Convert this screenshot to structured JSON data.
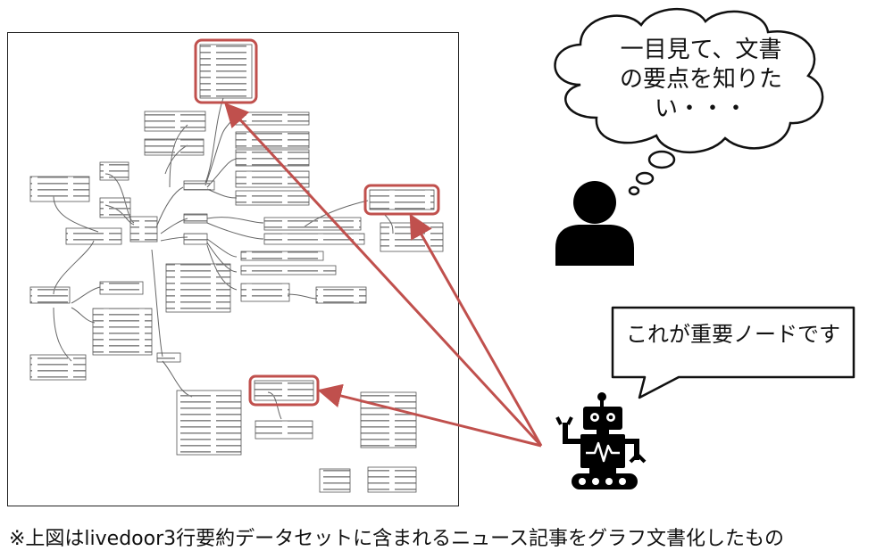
{
  "thought_bubble": {
    "text": "一目見て、文書の要点を知りたい・・・"
  },
  "speech_bubble": {
    "text": "これが重要ノードです"
  },
  "caption": {
    "text": "※上図はlivedoor3行要約データセットに含まれるニュース記事をグラフ文書化したもの"
  },
  "graph": {
    "highlight_color": "#c0504d",
    "node_border_color": "#555555",
    "edge_color": "#666666",
    "highlighted_nodes": [
      "top",
      "right",
      "bottom"
    ]
  },
  "icons": {
    "person": "person-silhouette-icon",
    "robot": "robot-icon"
  }
}
